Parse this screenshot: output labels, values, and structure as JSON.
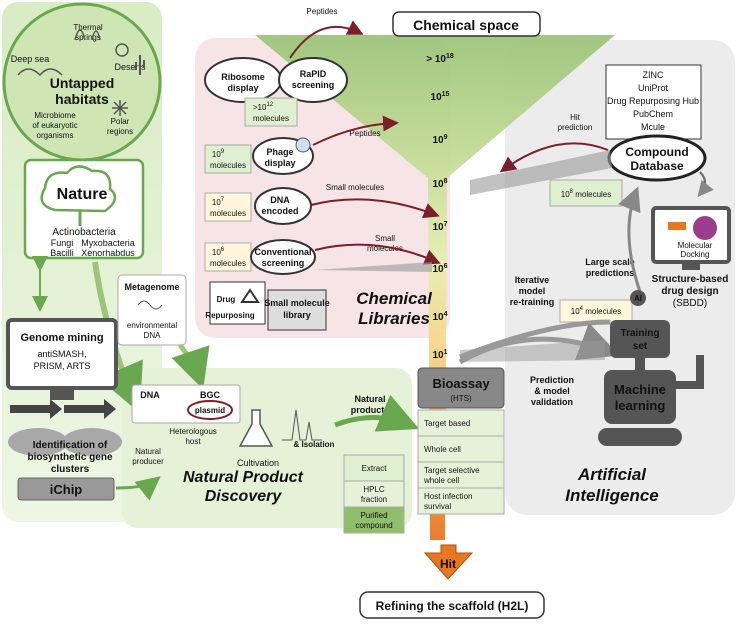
{
  "title": "Chemical space",
  "bottom": "Refining the scaffold (H2L)",
  "hit": "Hit",
  "funnel_levels": [
    "> 10",
    "10",
    "10",
    "10",
    "10",
    "10",
    "10",
    "10"
  ],
  "funnel_sups": [
    "18",
    "15",
    "9",
    "8",
    "7",
    "6",
    "4",
    "1"
  ],
  "colors": {
    "green_dark": "#6aa84f",
    "green_light": "#dff0d0",
    "orange": "#e87722",
    "pink_bg": "#f6e4e6",
    "gray_bg": "#eeeeee",
    "robot": "#555555"
  },
  "left": {
    "habitats": {
      "title_line1": "Untapped",
      "title_line2": "habitats",
      "deep_sea": "Deep sea",
      "thermal_1": "Thermal",
      "thermal_2": "springs",
      "deserts": "Deserts",
      "microbiome_1": "Microbiome",
      "microbiome_2": "of eukaryotic",
      "microbiome_3": "organisms",
      "polar_1": "Polar",
      "polar_2": "regions"
    },
    "nature": {
      "title": "Nature",
      "actinobacteria": "Actinobacteria",
      "fungi": "Fungi",
      "myxobacteria": "Myxobacteria",
      "bacilli": "Bacilli",
      "xenorhabdus": "Xenorhabdus"
    },
    "genome": {
      "title": "Genome mining",
      "line1": "antiSMASH,",
      "line2": "PRISM, ARTS"
    },
    "identification": {
      "line1": "Identification of",
      "line2": "biosynthetic gene",
      "line3": "clusters"
    },
    "ichip": "iChip",
    "metagenome": {
      "title": "Metagenome",
      "line1": "environmental",
      "line2": "DNA"
    }
  },
  "npd": {
    "title_line1": "Natural Product",
    "title_line2": "Discovery",
    "dna": "DNA",
    "bgc": "BGC",
    "plasmid": "plasmid",
    "heterologous_1": "Heterologous",
    "heterologous_2": "host",
    "natural_producer_1": "Natural",
    "natural_producer_2": "producer",
    "cultivation": "Cultivation",
    "isolation": "& Isolation",
    "natural_products_1": "Natural",
    "natural_products_2": "products",
    "fractions": [
      "Extract",
      "HPLC\nfraction",
      "Purified\ncompound"
    ]
  },
  "chem_lib": {
    "title_line1": "Chemical",
    "title_line2": "Libraries",
    "ribosome_1": "Ribosome",
    "ribosome_2": "display",
    "rapid_1": "RaPID",
    "rapid_2": "screening",
    "m12": ">10",
    "m12_sup": "12",
    "m12_unit": "molecules",
    "peptides_top": "Peptides",
    "peptides": "Peptides",
    "m9": "10",
    "m9_sup": "9",
    "m9_unit": "molecules",
    "phage_1": "Phage",
    "phage_2": "display",
    "m7": "10",
    "m7_sup": "7",
    "m7_unit": "molecules",
    "dna_enc_1": "DNA",
    "dna_enc_2": "encoded",
    "small_molecules": "Small molecules",
    "m6": "10",
    "m6_sup": "6",
    "m6_unit": "molecules",
    "conventional_1": "Conventional",
    "conventional_2": "screening",
    "small_molecules_2a": "Small",
    "small_molecules_2b": "molecules",
    "drug_1": "Drug",
    "drug_2": "Repurposing",
    "sml_1": "Small molecule",
    "sml_2": "library"
  },
  "ai": {
    "title_line1": "Artificial",
    "title_line2": "Intelligence",
    "databases": [
      "ZINC",
      "UniProt",
      "Drug Repurposing Hub",
      "PubChem",
      "Mcule"
    ],
    "hit_pred_1": "Hit",
    "hit_pred_2": "prediction",
    "compound_db_1": "Compound",
    "compound_db_2": "Database",
    "m8": "10",
    "m8_sup": "8",
    "m8_unit": " molecules",
    "docking_1": "Molecular",
    "docking_2": "Docking",
    "large_1": "Large scale",
    "large_2": "predictions",
    "sbdd_1": "Structure-based",
    "sbdd_2": "drug design",
    "sbdd_3": "(SBDD)",
    "iterative_1": "Iterative",
    "iterative_2": "model",
    "iterative_3": "re-training",
    "m4": "10",
    "m4_sup": "4",
    "m4_unit": " molecules",
    "ai_label": "AI",
    "training_1": "Training",
    "training_2": "set",
    "ml_1": "Machine",
    "ml_2": "learning",
    "pred_1": "Prediction",
    "pred_2": "& model",
    "pred_3": "validation"
  },
  "bioassay": {
    "title": "Bioassay",
    "sub": "(HTS)",
    "items": [
      "Target based",
      "Whole cell",
      "Target selective\nwhole cell",
      "Host infection\nsurvival"
    ]
  }
}
